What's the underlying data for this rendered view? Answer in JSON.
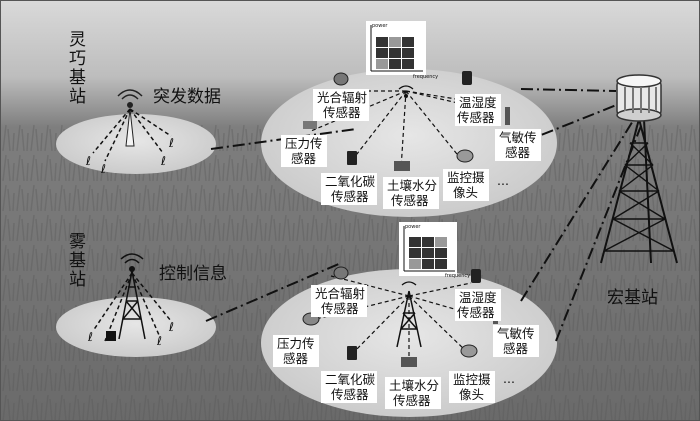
{
  "nodes": {
    "agile_station": {
      "label_lines": [
        "灵",
        "巧",
        "基",
        "站"
      ],
      "signal_text": "突发数据"
    },
    "fog_station": {
      "label_lines": [
        "雾",
        "基",
        "站"
      ],
      "signal_text": "控制信息"
    },
    "macro_station": {
      "label": "宏基站"
    }
  },
  "clusters": [
    {
      "id": "upper",
      "spectrum_axis": {
        "ylabel": "power",
        "xlabel": "frequency"
      },
      "sensors": [
        {
          "id": "photosynth",
          "lines": [
            "光合辐射",
            "传感器"
          ]
        },
        {
          "id": "humidity",
          "lines": [
            "温湿度",
            "传感器"
          ]
        },
        {
          "id": "pressure",
          "lines": [
            "压力传",
            "感器"
          ]
        },
        {
          "id": "gas",
          "lines": [
            "气敏传",
            "感器"
          ]
        },
        {
          "id": "co2",
          "lines": [
            "二氧化碳",
            "传感器"
          ]
        },
        {
          "id": "soil",
          "lines": [
            "土壤水分",
            "传感器"
          ]
        },
        {
          "id": "camera",
          "lines": [
            "监控摄",
            "像头"
          ]
        }
      ],
      "ellipsis": "..."
    },
    {
      "id": "lower",
      "spectrum_axis": {
        "ylabel": "power",
        "xlabel": "frequency"
      },
      "sensors": [
        {
          "id": "photosynth",
          "lines": [
            "光合辐射",
            "传感器"
          ]
        },
        {
          "id": "humidity",
          "lines": [
            "温湿度",
            "传感器"
          ]
        },
        {
          "id": "pressure",
          "lines": [
            "压力传",
            "感器"
          ]
        },
        {
          "id": "gas",
          "lines": [
            "气敏传",
            "感器"
          ]
        },
        {
          "id": "co2",
          "lines": [
            "二氧化碳",
            "传感器"
          ]
        },
        {
          "id": "soil",
          "lines": [
            "土壤水分",
            "传感器"
          ]
        },
        {
          "id": "camera",
          "lines": [
            "监控摄",
            "像头"
          ]
        }
      ],
      "ellipsis": "..."
    }
  ],
  "colors": {
    "ellipse": "#d8d8d8",
    "label_box": "#ffffff",
    "line": "#111111"
  }
}
